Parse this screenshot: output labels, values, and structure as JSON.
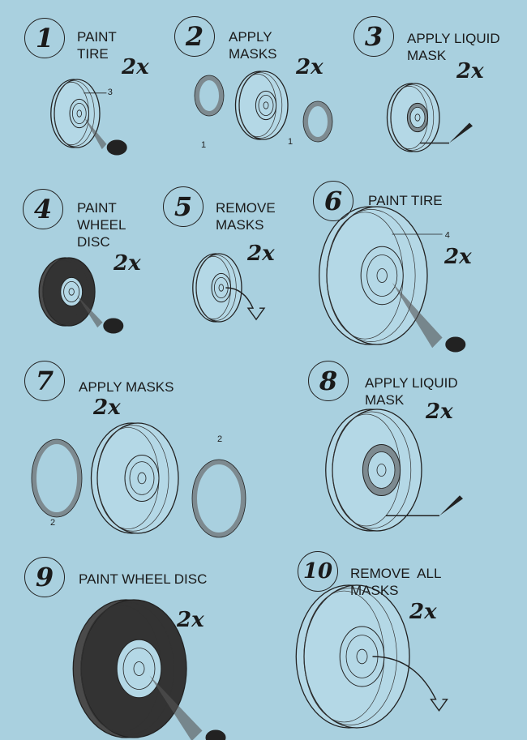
{
  "steps": [
    {
      "number": "1",
      "title": "PAINT\nTIRE",
      "multiplier": "2x",
      "callouts": [
        "3"
      ],
      "action": "paint-tire"
    },
    {
      "number": "2",
      "title": "APPLY\nMASKS",
      "multiplier": "2x",
      "callouts": [
        "1",
        "1"
      ],
      "action": "apply-masks"
    },
    {
      "number": "3",
      "title": "APPLY LIQUID\nMASK",
      "multiplier": "2x",
      "callouts": [],
      "action": "liquid-mask"
    },
    {
      "number": "4",
      "title": "PAINT\nWHEEL\nDISC",
      "multiplier": "2x",
      "callouts": [],
      "action": "paint-disc"
    },
    {
      "number": "5",
      "title": "REMOVE\nMASKS",
      "multiplier": "2x",
      "callouts": [],
      "action": "remove-masks"
    },
    {
      "number": "6",
      "title": "PAINT TIRE",
      "multiplier": "2x",
      "callouts": [
        "4"
      ],
      "action": "paint-tire"
    },
    {
      "number": "7",
      "title": "APPLY MASKS",
      "multiplier": "2x",
      "callouts": [
        "2",
        "2"
      ],
      "action": "apply-masks"
    },
    {
      "number": "8",
      "title": "APPLY LIQUID\nMASK",
      "multiplier": "2x",
      "callouts": [],
      "action": "liquid-mask"
    },
    {
      "number": "9",
      "title": "PAINT WHEEL DISC",
      "multiplier": "2x",
      "callouts": [],
      "action": "paint-disc"
    },
    {
      "number": "10",
      "title": "REMOVE  ALL\nMASKS",
      "multiplier": "2x",
      "callouts": [],
      "action": "remove-masks"
    }
  ],
  "colors": {
    "background": "#a9d0df",
    "ink": "#1a1a1a",
    "paint": "#4a4a4a",
    "mask": "#7d8a90"
  }
}
